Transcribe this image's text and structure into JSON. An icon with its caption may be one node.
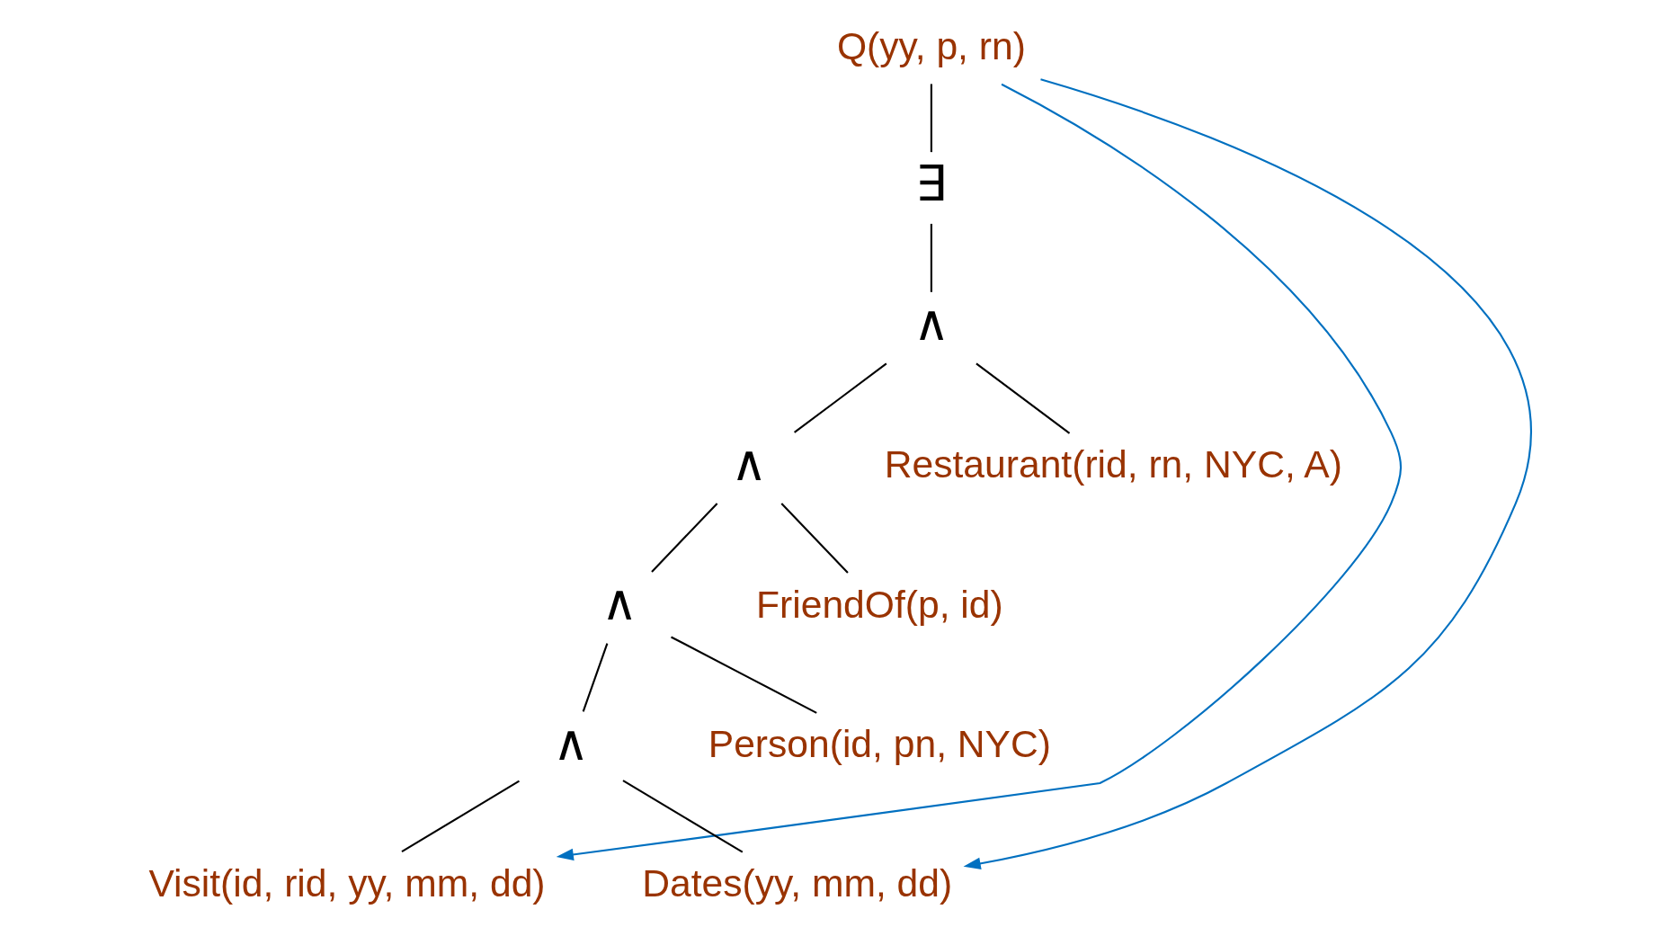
{
  "diagram": {
    "nodes": [
      {
        "text": [
          "Q(yy, p, rn)"
        ]
      },
      {
        "text": [
          "∃"
        ]
      },
      {
        "text": [
          "∧"
        ]
      },
      {
        "text": [
          "∧"
        ]
      },
      {
        "text": [
          "Restaurant(rid, rn, NYC, A)"
        ]
      },
      {
        "text": [
          "∧"
        ]
      },
      {
        "text": [
          "FriendOf(p, id)"
        ]
      },
      {
        "text": [
          "∧"
        ]
      },
      {
        "text": [
          "Person(id, pn, NYC)"
        ]
      },
      {
        "text": [
          "Visit(id, rid, yy, mm, dd)"
        ]
      },
      {
        "text": [
          "Dates(yy, mm, dd)"
        ]
      }
    ],
    "edges": [
      {
        "from": 0,
        "to": 1,
        "arrow": "none"
      },
      {
        "from": 1,
        "to": 2,
        "arrow": "none"
      },
      {
        "from": 2,
        "to": 3,
        "arrow": "none"
      },
      {
        "from": 2,
        "to": 4,
        "arrow": "none"
      },
      {
        "from": 3,
        "to": 5,
        "arrow": "none"
      },
      {
        "from": 3,
        "to": 6,
        "arrow": "none"
      },
      {
        "from": 5,
        "to": 7,
        "arrow": "none"
      },
      {
        "from": 5,
        "to": 8,
        "arrow": "none"
      },
      {
        "from": 7,
        "to": 9,
        "arrow": "none"
      },
      {
        "from": 7,
        "to": 10,
        "arrow": "none"
      },
      {
        "from": 0,
        "to": 9,
        "arrow": "to",
        "color": "#0070c0"
      },
      {
        "from": 0,
        "to": 10,
        "arrow": "to",
        "color": "#0070c0"
      }
    ]
  }
}
